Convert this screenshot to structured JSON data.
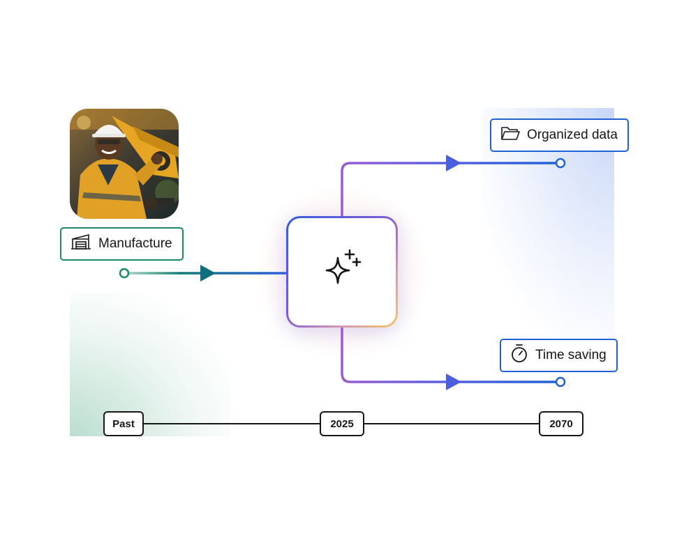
{
  "source": {
    "label": "Manufacture",
    "icon": "factory-icon",
    "color": "#1b8a63"
  },
  "hub": {
    "icon": "ai-sparkle-icon"
  },
  "outputs": [
    {
      "label": "Organized data",
      "icon": "folder-icon",
      "color": "#1f62d6"
    },
    {
      "label": "Time saving",
      "icon": "stopwatch-icon",
      "color": "#1f62d6"
    }
  ],
  "timeline": [
    "Past",
    "2025",
    "2070"
  ],
  "photo": {
    "subject": "factory worker in hard hat and yellow jacket beside robotic arm"
  },
  "colors": {
    "green": "#1b8a63",
    "teal": "#0e6f80",
    "blue": "#2f5ee0",
    "purple": "#8a5bd0",
    "grid": "#e3ebf6"
  }
}
